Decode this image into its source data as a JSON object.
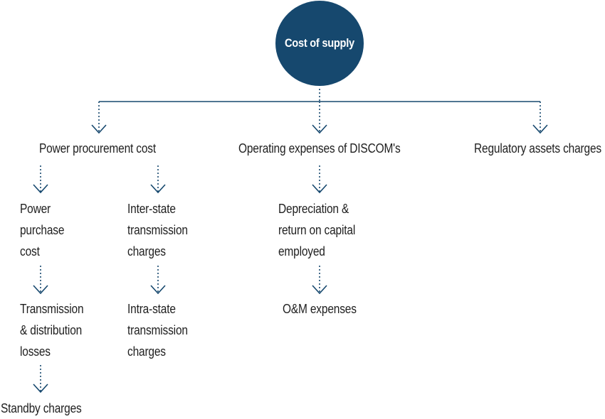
{
  "root": {
    "label": "Cost of supply"
  },
  "categories": {
    "power_procurement": {
      "label": "Power procurement cost"
    },
    "operating_expenses": {
      "label": "Operating expenses of DISCOM's"
    },
    "regulatory": {
      "label": "Regulatory assets charges"
    }
  },
  "items": {
    "power_purchase": [
      "Power",
      "purchase",
      "cost"
    ],
    "transmission_losses": [
      "Transmission",
      "& distribution",
      "losses"
    ],
    "standby": "Standby charges",
    "inter_state": [
      "Inter-state",
      "transmission",
      "charges"
    ],
    "intra_state": [
      "Intra-state",
      "transmission",
      "charges"
    ],
    "depreciation": [
      "Depreciation &",
      "return on capital",
      "employed"
    ],
    "om": "O&M expenses"
  },
  "colors": {
    "node": "#16486e",
    "connector": "#16486e",
    "text": "#1f1f1f"
  }
}
